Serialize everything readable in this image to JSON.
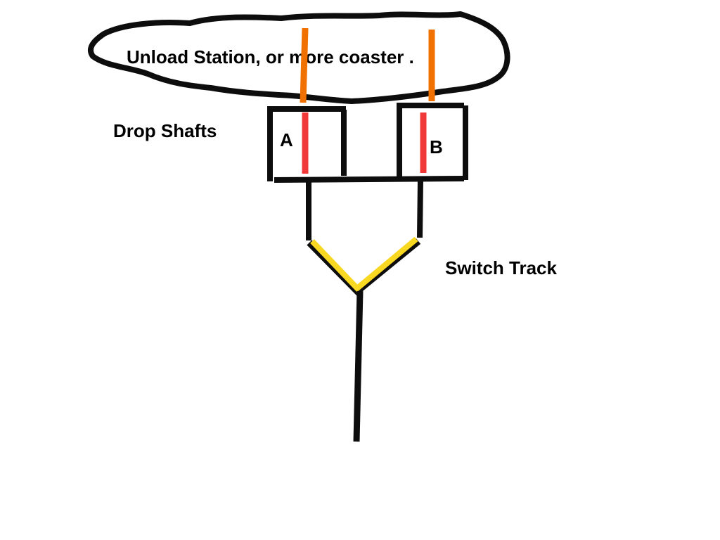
{
  "labels": {
    "cloud": "Unload Station, or more coaster .",
    "drop_shafts": "Drop Shafts",
    "shaft_a": "A",
    "shaft_b": "B",
    "switch_track": "Switch Track"
  },
  "colors": {
    "track": "#0d0d0d",
    "orange_track": "#f07000",
    "red_marker": "#f03838",
    "switch_yellow": "#f8d820",
    "background": "#ffffff"
  }
}
